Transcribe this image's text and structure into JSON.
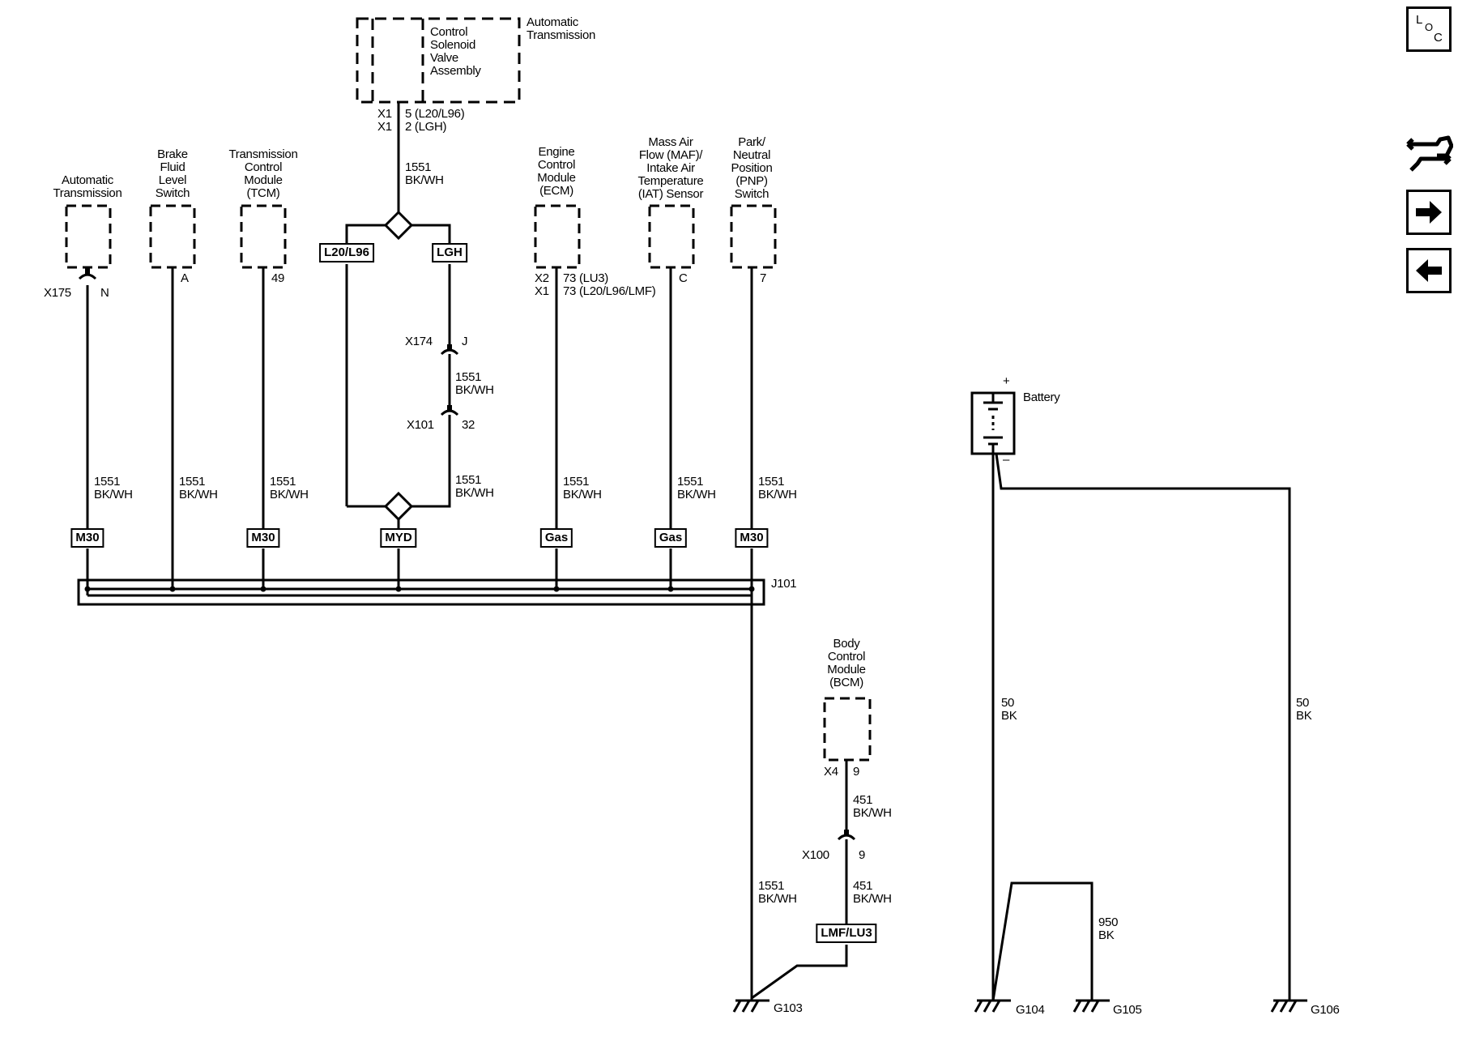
{
  "components": {
    "auto_trans_top": "Automatic\nTransmission",
    "csva": "Control\nSolenoid\nValve\nAssembly",
    "auto_trans": "Automatic\nTransmission",
    "bfls": "Brake\nFluid\nLevel\nSwitch",
    "tcm": "Transmission\nControl\nModule\n(TCM)",
    "ecm": "Engine\nControl\nModule\n(ECM)",
    "maf": "Mass Air\nFlow (MAF)/\nIntake Air\nTemperature\n(IAT) Sensor",
    "pnp": "Park/\nNeutral\nPosition\n(PNP)\nSwitch",
    "bcm": "Body\nControl\nModule\n(BCM)",
    "battery": "Battery",
    "battery_plus": "+",
    "battery_minus": "–"
  },
  "pins": {
    "csva_conn": "X1\nX1",
    "csva_pins": "5 (L20/L96)\n2 (LGH)",
    "x175": "X175",
    "x175_pin": "N",
    "bfls_pin": "A",
    "tcm_pin": "49",
    "x174": "X174",
    "x174_pin": "J",
    "x101": "X101",
    "x101_pin": "32",
    "ecm_conn": "X2\nX1",
    "ecm_pins": "73 (LU3)\n73 (L20/L96/LMF)",
    "maf_pin": "C",
    "pnp_pin": "7",
    "bcm_conn": "X4",
    "bcm_pin": "9",
    "x100": "X100",
    "x100_pin": "9"
  },
  "wires": {
    "w_csva": "1551\nBK/WH",
    "w_x174_x101": "1551\nBK/WH",
    "w_lgh_lower": "1551\nBK/WH",
    "w_at": "1551\nBK/WH",
    "w_bfls": "1551\nBK/WH",
    "w_tcm": "1551\nBK/WH",
    "w_ecm": "1551\nBK/WH",
    "w_maf": "1551\nBK/WH",
    "w_pnp": "1551\nBK/WH",
    "w_g103": "1551\nBK/WH",
    "w_bcm1": "451\nBK/WH",
    "w_bcm2": "451\nBK/WH",
    "w_batt_left": "50\nBK",
    "w_batt_right": "50\nBK",
    "w_g105": "950\nBK"
  },
  "option_labels": {
    "l20_l96": "L20/L96",
    "lgh": "LGH",
    "m30_a": "M30",
    "m30_b": "M30",
    "m30_c": "M30",
    "myd": "MYD",
    "gas_a": "Gas",
    "gas_b": "Gas",
    "lmf_lu3": "LMF/LU3"
  },
  "splice": "J101",
  "grounds": {
    "g103": "G103",
    "g104": "G104",
    "g105": "G105",
    "g106": "G106"
  },
  "nav": {
    "loc_l": "L",
    "loc_o": "O",
    "loc_c": "C",
    "icons": [
      "loc-icon",
      "connector-swap-icon",
      "next-arrow-icon",
      "previous-arrow-icon"
    ]
  }
}
